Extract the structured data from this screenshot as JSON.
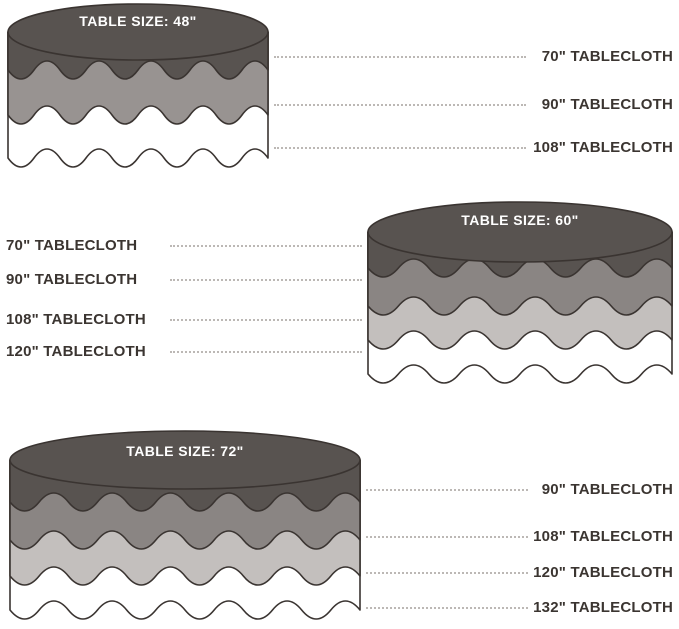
{
  "figure": {
    "background": "#ffffff",
    "outline_color": "#3a3431",
    "leader_color": "#bcb8b5",
    "label_color": "#3b3531",
    "tables": [
      {
        "title": "TABLE SIZE: 48\"",
        "top_color": "#585350",
        "label_side": "right",
        "layers": [
          {
            "label": "70\" TABLECLOTH",
            "color": "#585350"
          },
          {
            "label": "90\" TABLECLOTH",
            "color": "#989391"
          },
          {
            "label": "108\" TABLECLOTH",
            "color": "#ffffff"
          }
        ]
      },
      {
        "title": "TABLE SIZE: 60\"",
        "top_color": "#585350",
        "label_side": "left",
        "layers": [
          {
            "label": "70\" TABLECLOTH",
            "color": "#585350"
          },
          {
            "label": "90\" TABLECLOTH",
            "color": "#8a8583"
          },
          {
            "label": "108\" TABLECLOTH",
            "color": "#c3bfbd"
          },
          {
            "label": "120\" TABLECLOTH",
            "color": "#ffffff"
          }
        ]
      },
      {
        "title": "TABLE SIZE: 72\"",
        "top_color": "#585350",
        "label_side": "right",
        "layers": [
          {
            "label": "90\" TABLECLOTH",
            "color": "#585350"
          },
          {
            "label": "108\" TABLECLOTH",
            "color": "#8a8583"
          },
          {
            "label": "120\" TABLECLOTH",
            "color": "#c3bfbd"
          },
          {
            "label": "132\" TABLECLOTH",
            "color": "#ffffff"
          }
        ]
      }
    ]
  }
}
